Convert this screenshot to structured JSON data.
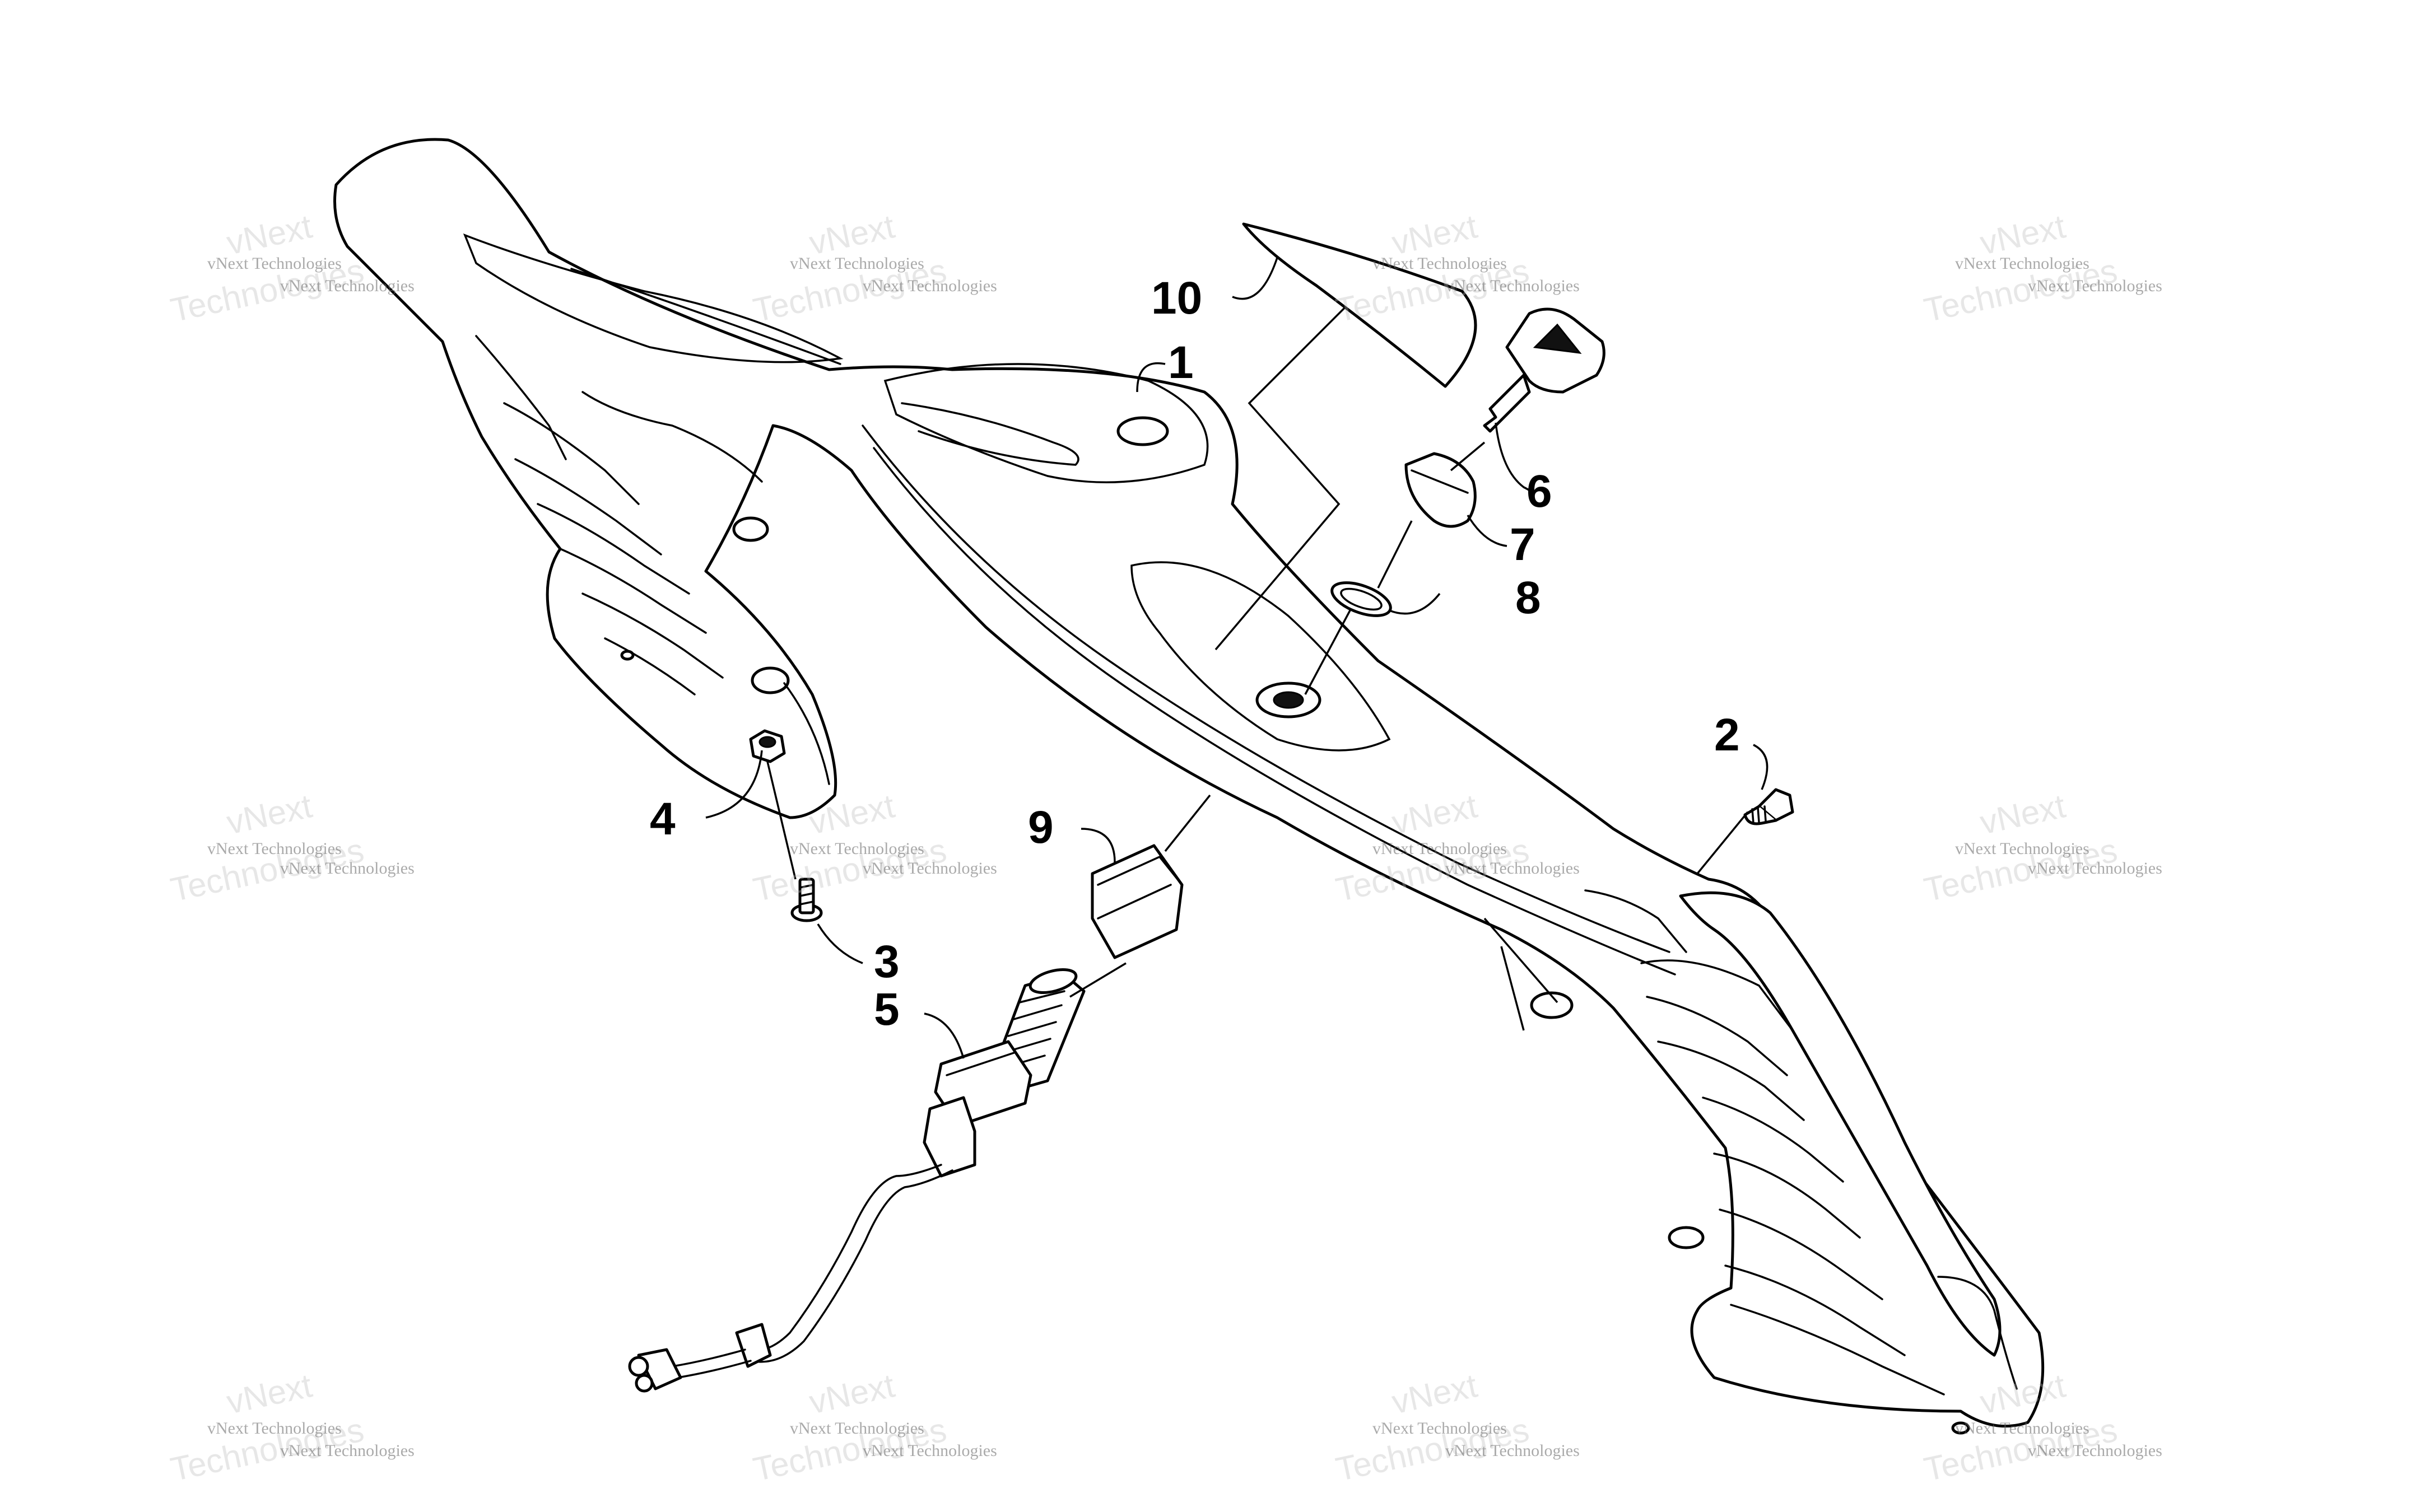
{
  "callouts": {
    "c1": "1",
    "c2": "2",
    "c3": "3",
    "c4": "4",
    "c5": "5",
    "c6": "6",
    "c7": "7",
    "c8": "8",
    "c9": "9",
    "c10": "10"
  },
  "watermark": {
    "line1": "vNext Technologies",
    "big": "Technologies",
    "big_top": "vNext"
  },
  "colors": {
    "line": "#000000",
    "background": "#ffffff",
    "watermark": "#999999"
  }
}
